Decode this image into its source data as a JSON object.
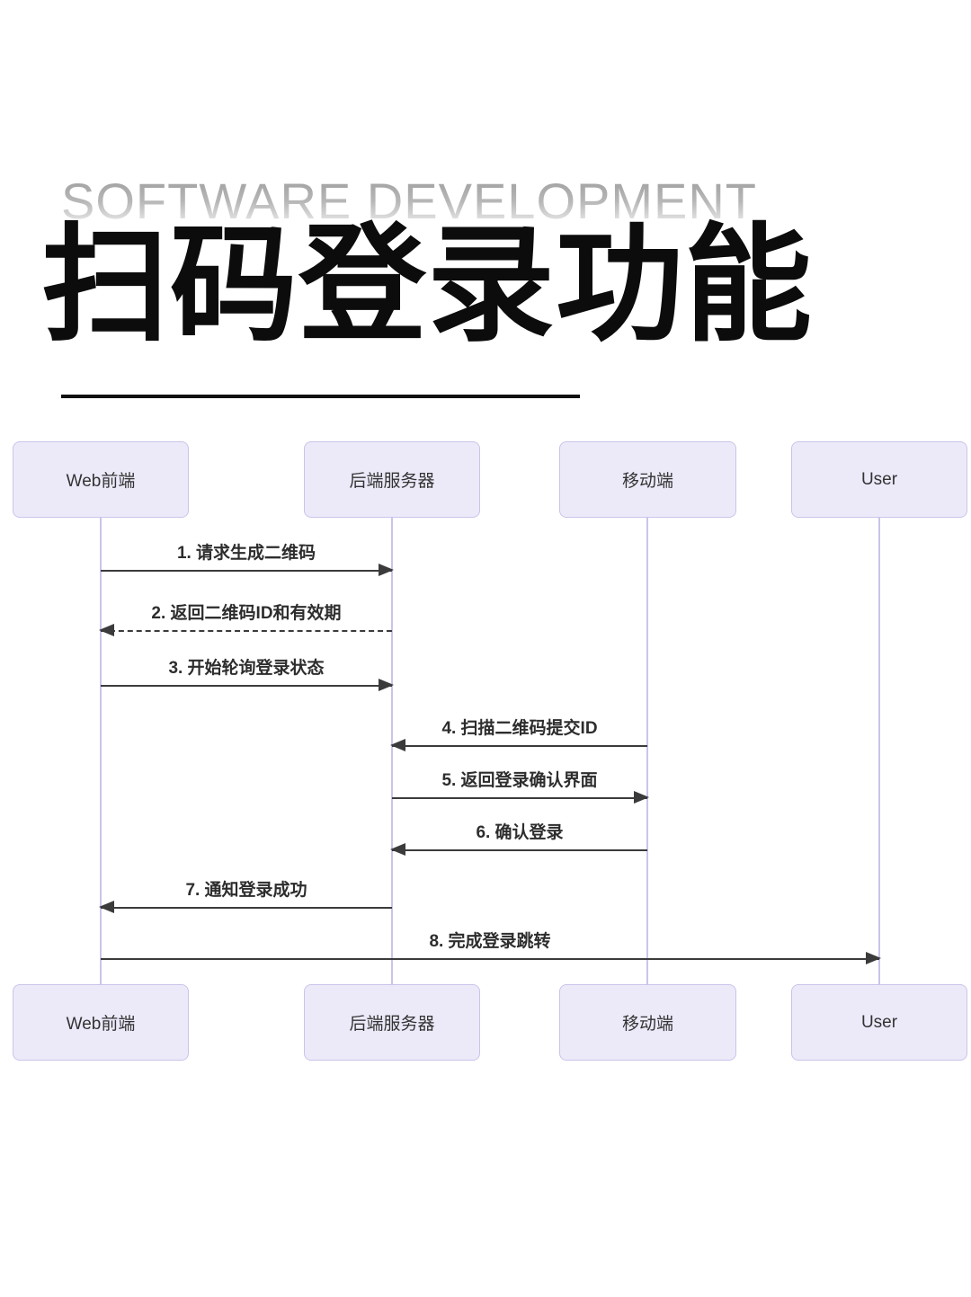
{
  "header": {
    "ghost_title": "SOFTWARE DEVELOPMENT",
    "title": "扫码登录功能"
  },
  "diagram": {
    "type": "sequence-diagram",
    "actors": [
      {
        "label": "Web前端"
      },
      {
        "label": "后端服务器"
      },
      {
        "label": "移动端"
      },
      {
        "label": "User"
      }
    ],
    "messages": [
      {
        "label": "1. 请求生成二维码",
        "from": "Web前端",
        "to": "后端服务器",
        "line": "solid",
        "direction": "right"
      },
      {
        "label": "2. 返回二维码ID和有效期",
        "from": "后端服务器",
        "to": "Web前端",
        "line": "dashed",
        "direction": "left"
      },
      {
        "label": "3. 开始轮询登录状态",
        "from": "Web前端",
        "to": "后端服务器",
        "line": "solid",
        "direction": "right"
      },
      {
        "label": "4. 扫描二维码提交ID",
        "from": "移动端",
        "to": "后端服务器",
        "line": "solid",
        "direction": "left"
      },
      {
        "label": "5. 返回登录确认界面",
        "from": "后端服务器",
        "to": "移动端",
        "line": "solid",
        "direction": "right"
      },
      {
        "label": "6. 确认登录",
        "from": "移动端",
        "to": "后端服务器",
        "line": "solid",
        "direction": "left"
      },
      {
        "label": "7. 通知登录成功",
        "from": "后端服务器",
        "to": "Web前端",
        "line": "solid",
        "direction": "left"
      },
      {
        "label": "8. 完成登录跳转",
        "from": "Web前端",
        "to": "User",
        "line": "solid",
        "direction": "right"
      }
    ],
    "colors": {
      "actor_fill": "#ECEAF9",
      "actor_border": "#C9C4EA",
      "lifeline": "#C9C5EA",
      "arrow": "#3B3B3B",
      "message_text": "#2D2D2D",
      "title_text": "#0C0C0C",
      "ghost_text": "#8F8F8F"
    }
  }
}
